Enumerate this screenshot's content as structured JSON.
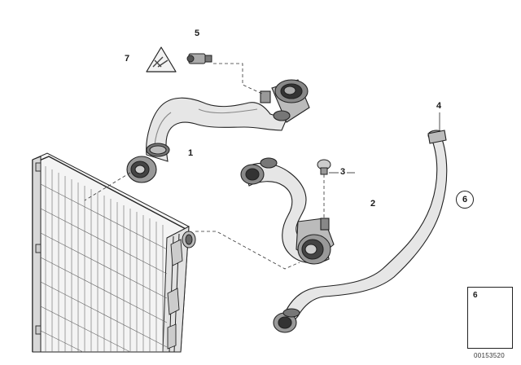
{
  "diagram": {
    "callouts": {
      "radiator_hose_upper": "1",
      "radiator_hose_lower": "2",
      "bleeder_screw": "3",
      "expansion_hose": "4",
      "temperature_sensor": "5",
      "clamp_circle": "6",
      "warning_label": "7"
    },
    "inset": {
      "label": "6"
    },
    "reference_id": "00153520"
  }
}
